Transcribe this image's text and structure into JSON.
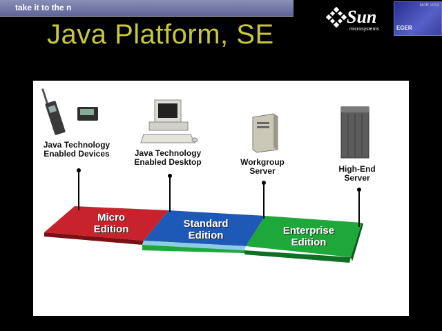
{
  "header": {
    "tagline": "take it to the n"
  },
  "slide": {
    "title": "Java Platform, SE"
  },
  "logos": {
    "sun_word": "Sun",
    "sun_sub": "microsystems",
    "eger_label": "EGER",
    "eger_date": "MAR 2002"
  },
  "devices": [
    {
      "label_line1": "Java Technology",
      "label_line2": "Enabled Devices",
      "icon": "cellphone-pager-icon"
    },
    {
      "label_line1": "Java Technology",
      "label_line2": "Enabled Desktop",
      "icon": "desktop-computer-icon"
    },
    {
      "label_line1": "Workgroup",
      "label_line2": "Server",
      "icon": "workgroup-server-icon"
    },
    {
      "label_line1": "High-End",
      "label_line2": "Server",
      "icon": "high-end-server-icon"
    }
  ],
  "editions": [
    {
      "line1": "Micro",
      "line2": "Edition",
      "color": "#c8232c"
    },
    {
      "line1": "Standard",
      "line2": "Edition",
      "color": "#1f59b8"
    },
    {
      "line1": "Enterprise",
      "line2": "Edition",
      "color": "#1ea83a"
    }
  ]
}
